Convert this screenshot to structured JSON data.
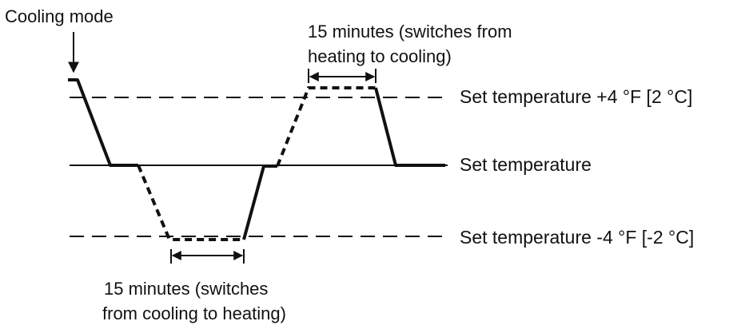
{
  "labels": {
    "cooling_mode": "Cooling mode",
    "upper_note_line1": "15 minutes (switches from",
    "upper_note_line2": "heating to cooling)",
    "set_plus": "Set temperature +4 °F [2 °C]",
    "set": "Set temperature",
    "set_minus": "Set temperature -4 °F [-2 °C]",
    "lower_note_line1": "15  minutes  (switches",
    "lower_note_line2": "from cooling to heating)"
  },
  "colors": {
    "line": "#111111",
    "background": "#ffffff"
  }
}
